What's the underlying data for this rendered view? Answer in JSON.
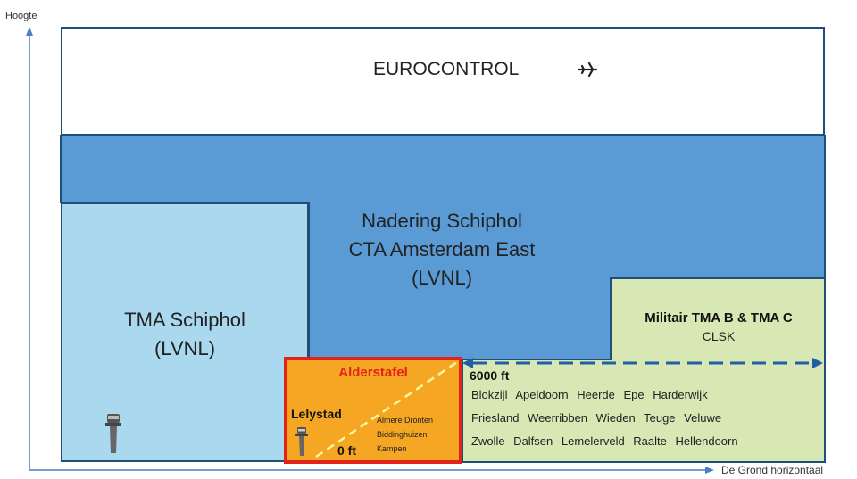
{
  "axes": {
    "y_label": "Hoogte",
    "x_label": "De Grond horizontaal"
  },
  "zones": {
    "eurocontrol": {
      "label": "EUROCONTROL"
    },
    "nadering": {
      "line1": "Nadering Schiphol",
      "line2": "CTA Amsterdam East",
      "line3": "(LVNL)"
    },
    "tma_schiphol": {
      "line1": "TMA Schiphol",
      "line2": "(LVNL)"
    },
    "militair": {
      "title": "Militair TMA B & TMA C",
      "subtitle": "CLSK"
    },
    "alderstafel": {
      "title": "Alderstafel",
      "airport": "Lelystad",
      "places_line1": "Almere Dronten",
      "places_line2": "Biddinghuizen",
      "places_line3": "Kampen",
      "floor": "0 ft"
    }
  },
  "altitude_label": "6000 ft",
  "places": {
    "row1": "Blokzijl  Apeldoorn  Heerde  Epe  Harderwijk",
    "row2": "Friesland  Weerribben  Wieden  Teuge  Veluwe",
    "row3": "Zwolle  Dalfsen  Lemelerveld  Raalte  Hellendoorn"
  },
  "icons": [
    "airplane-icon",
    "control-tower-icon"
  ],
  "colors": {
    "eurocontrol": "#ffffff",
    "nadering": "#5b9bd5",
    "tma_schiphol": "#a9d8ef",
    "militair": "#d7e8b4",
    "alderstafel": "#f5a623",
    "alderstafel_border": "#e2231a",
    "border": "#1f4e79"
  }
}
